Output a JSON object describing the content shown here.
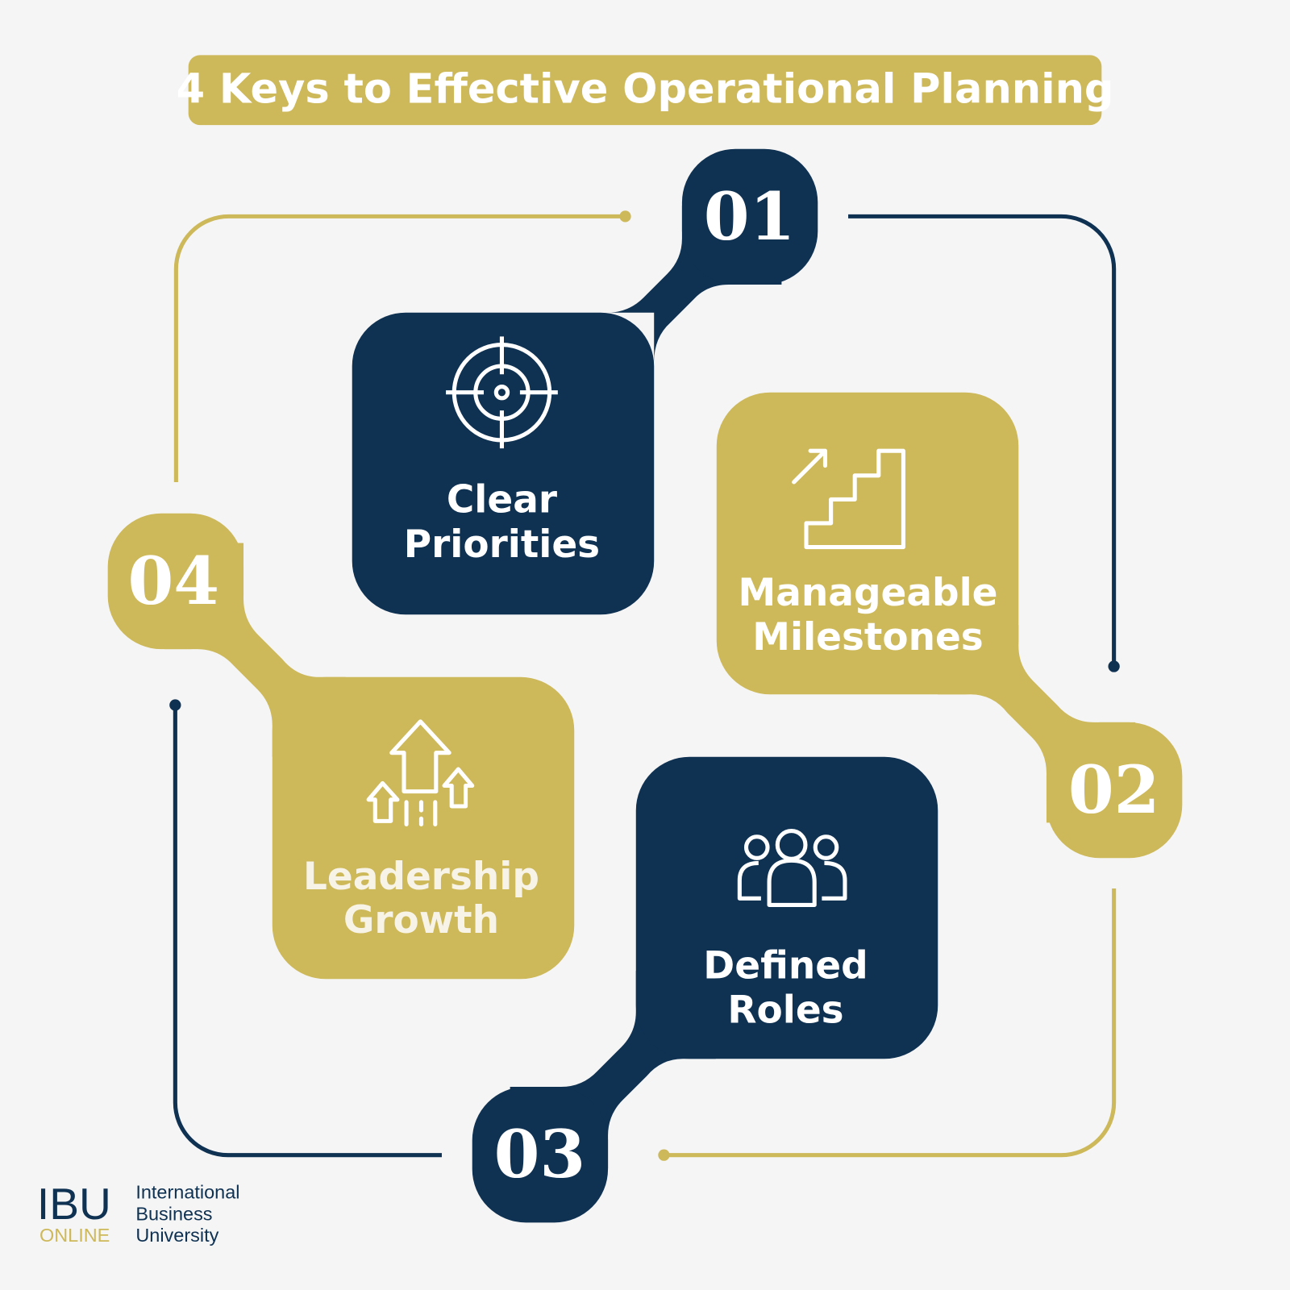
{
  "title": "4 Keys to Effective Operational Planning",
  "colors": {
    "navy": "#0f3152",
    "gold": "#cdb85a",
    "background": "#f5f5f5"
  },
  "steps": [
    {
      "number": "01",
      "line1": "Clear",
      "line2": "Priorities",
      "icon": "target-icon"
    },
    {
      "number": "02",
      "line1": "Manageable",
      "line2": "Milestones",
      "icon": "stairs-arrow-icon"
    },
    {
      "number": "03",
      "line1": "Defined",
      "line2": "Roles",
      "icon": "people-group-icon"
    },
    {
      "number": "04",
      "line1": "Leadership",
      "line2": "Growth",
      "icon": "arrows-up-icon"
    }
  ],
  "logo": {
    "mark": "IBU",
    "sub": "ONLINE",
    "name_line1": "International",
    "name_line2": "Business",
    "name_line3": "University"
  }
}
